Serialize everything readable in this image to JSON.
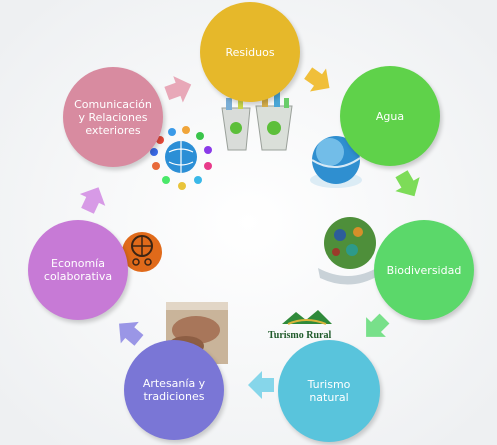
{
  "nodes": {
    "residuos": {
      "label": "Residuos",
      "color": "#e6b82a"
    },
    "agua": {
      "label": "Agua",
      "color": "#5fd24a"
    },
    "biodiversidad": {
      "label": "Biodiversidad",
      "color": "#5bd86a"
    },
    "turismo": {
      "label": "Turismo natural",
      "color": "#59c4dc"
    },
    "artesania": {
      "label": "Artesanía y tradiciones",
      "color": "#7a76d6"
    },
    "economia": {
      "label": "Economía colaborativa",
      "color": "#c77ad6"
    },
    "comunicacion": {
      "label": "Comunicación y Relaciones exteriores",
      "color": "#d88ba0"
    }
  },
  "logos": {
    "turismo_rural": "Turismo Rural"
  },
  "arrow_color_map": {
    "residuos_to_agua": "#e6b82a",
    "agua_to_biodiversidad": "#5fd24a",
    "biodiversidad_to_turismo": "#5bd86a",
    "turismo_to_artesania": "#59c4dc",
    "artesania_to_economia": "#7a76d6",
    "economia_to_comunicacion": "#c77ad6",
    "comunicacion_to_residuos": "#d88ba0"
  }
}
